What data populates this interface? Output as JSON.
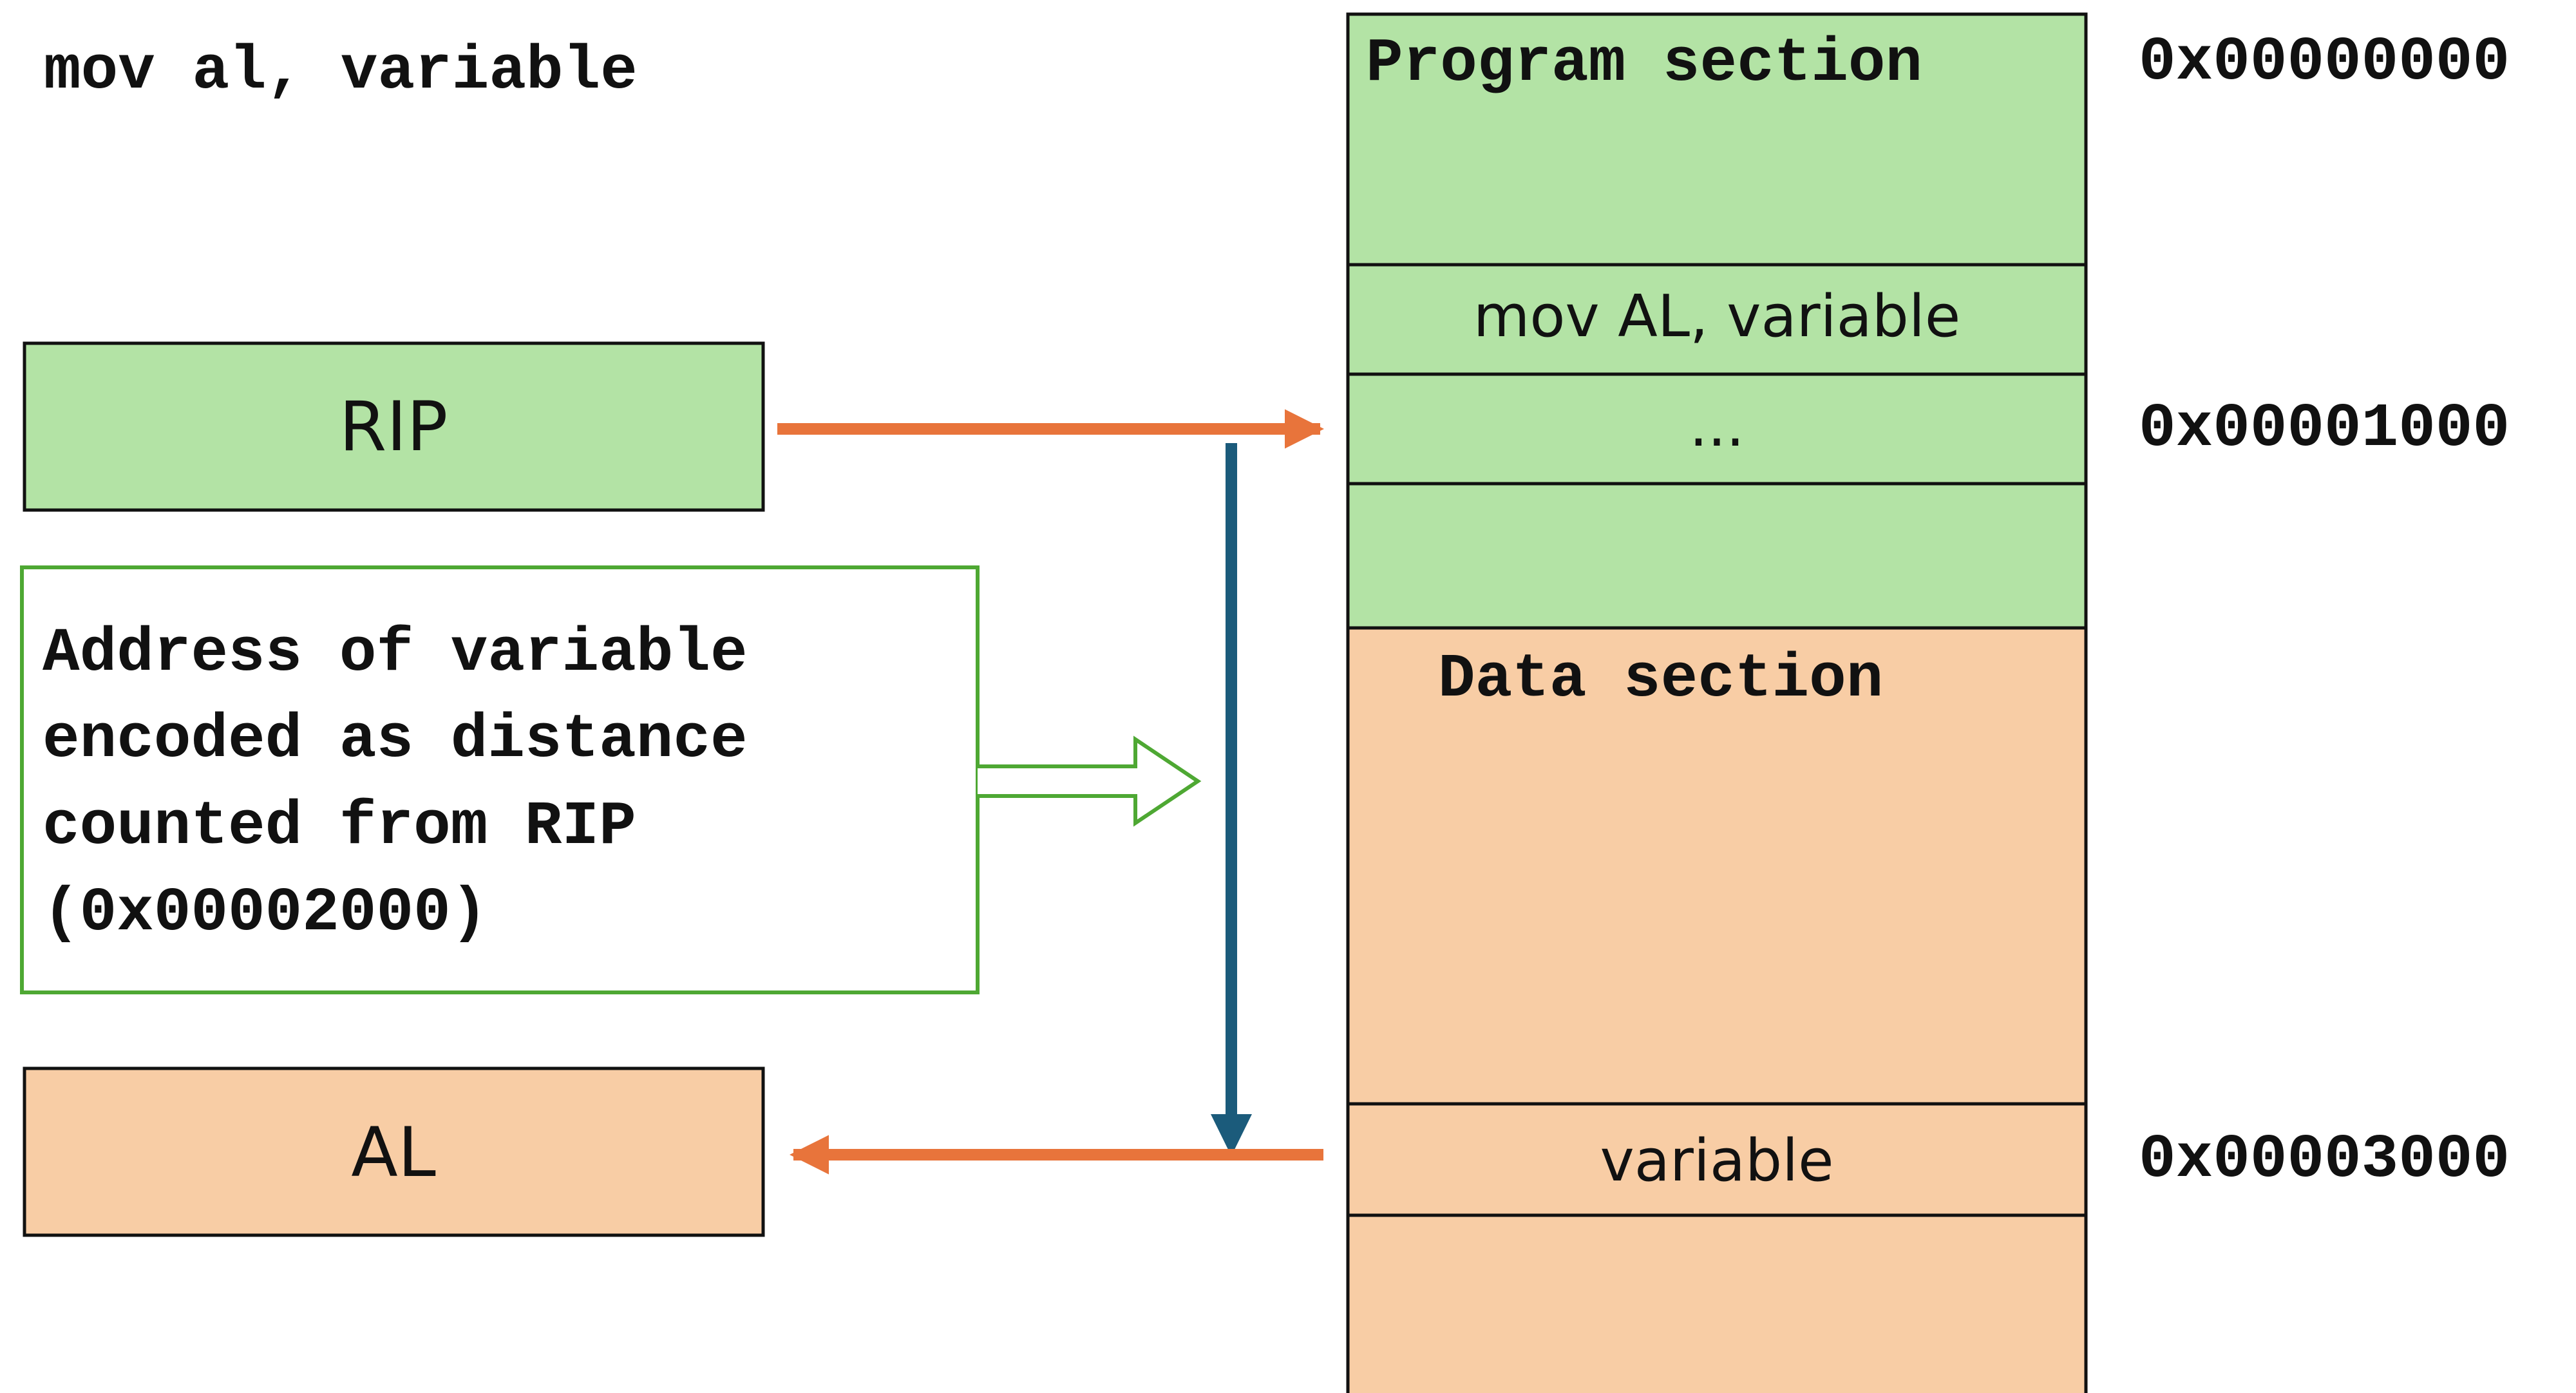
{
  "instruction": "mov al, variable",
  "registers": {
    "rip_label": "RIP",
    "al_label": "AL"
  },
  "note": {
    "lines": [
      "Address of variable",
      "encoded as distance",
      "counted from RIP",
      "(0x00002000)"
    ]
  },
  "memory": {
    "program_section_title": "Program section",
    "instruction_cell": "mov AL, variable",
    "ellipsis_cell": "...",
    "data_section_title": "Data section",
    "variable_cell": "variable"
  },
  "addresses": {
    "program_start": "0x00000000",
    "rip_address": "0x00001000",
    "variable_address": "0x00003000"
  },
  "colors": {
    "program_fill": "#b3e3a5",
    "data_fill": "#f8cda5",
    "orange_arrow": "#e8743b",
    "blue_arrow": "#1b5b7b",
    "green_outline": "#4ea833",
    "stroke": "#111111"
  }
}
